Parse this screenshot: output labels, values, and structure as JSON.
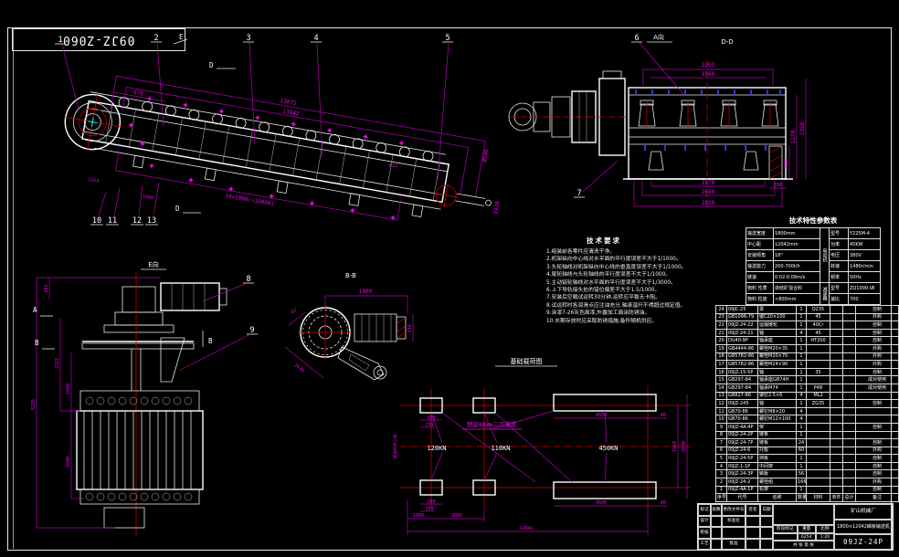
{
  "sheet": {
    "stamp": "09JZ-Z060",
    "colors": {
      "line": "#ffffff",
      "dim": "#ee00ee",
      "center": "#dd0000",
      "tick": "#3a3add",
      "accent": "#00ffff",
      "bg": "#000000"
    }
  },
  "views": {
    "main": {
      "balloons": [
        "1",
        "2",
        "3",
        "4",
        "5"
      ],
      "balloons2": [
        "10",
        "11",
        "12",
        "13"
      ],
      "markers": {
        "e": "E",
        "d": "D",
        "d2": "D"
      },
      "dims": [
        "678",
        "13875",
        "13042",
        "1254",
        "1000",
        "10×1000(=10000)",
        "Ø500",
        "1938",
        "M12"
      ]
    },
    "side": {
      "labels": {
        "a": "A向",
        "dd": "D-D"
      },
      "balloons": [
        "6",
        "7"
      ],
      "dims": [
        "2203",
        "1960",
        "1979",
        "2690",
        "2890",
        "1270",
        "1958",
        "650",
        "200"
      ]
    },
    "eview": {
      "title": "E向",
      "balloons": [
        "8",
        "9"
      ],
      "sections": {
        "a": "A",
        "b": "B",
        "b2": "B"
      },
      "dims": [
        "202",
        "2322",
        "5235",
        "1600",
        "1600"
      ]
    },
    "bb": {
      "title": "B-B",
      "dims": [
        "1000",
        "394",
        "45°",
        "1430"
      ]
    },
    "foundation": {
      "title": "基础载荷图",
      "note": "预留80mm二次灌浆",
      "axis": "输送机中心线",
      "loads": [
        "120KN",
        "110KN",
        "450KN"
      ],
      "dims": [
        "350",
        "250",
        "4500",
        "80",
        "350",
        "250",
        "4500",
        "80",
        "1960",
        "2890",
        "1000",
        "3000",
        "12042"
      ]
    }
  },
  "tech_table": {
    "title": "技术特性参数表",
    "strip1": "电动机",
    "strip2": "减速器",
    "rows": [
      {
        "l": "输送宽度",
        "v": "1800mm",
        "l2": "型号",
        "v2": "Y225M-4"
      },
      {
        "l": "中心距",
        "v": "12042mm",
        "l2": "功率",
        "v2": "45KW"
      },
      {
        "l": "安装倾角",
        "v": "18°",
        "l2": "电压",
        "v2": "380V"
      },
      {
        "l": "输送能力",
        "v": "200-700t/h",
        "l2": "转速",
        "v2": "1480r/min"
      },
      {
        "l": "链速",
        "v": "0.02-0.09m/s",
        "l2": "频率",
        "v2": "50Hz"
      },
      {
        "l": "物料 性质",
        "v": "烧结矿混合料",
        "l2": "型号",
        "v2": "ZQ1000-Ⅶ"
      },
      {
        "l": "物料 粒度",
        "v": "<800mm",
        "l2": "速比",
        "v2": "700"
      }
    ]
  },
  "notes": {
    "title": "技术要求",
    "items": [
      "1.组装前各零件应清洗干净。",
      "2.机架纵向中心线对水平面的平行度误差不大于1/1000。",
      "3.头轮轴线对机架纵向中心线的垂直度误差不大于1/1000。",
      "4.尾轮轴线与头轮轴线的平行度误差不大于1/1000。",
      "5.主动链轮轴线对水平面的平行度误差不大于1/3000。",
      "6.上下导轨接头处的错位偏差不大于1.5/1000。",
      "7.安装后空载试运转30分钟,运转应平稳无卡阻。",
      "8.试运转时各润滑点应注油充分,轴承温升不得超过规定值。",
      "9.涂漆7-26灰色面漆,外露加工面涂防锈油。",
      "10.长期存放时应采取防锈措施,备件随机供应。"
    ]
  },
  "bom": {
    "headers": {
      "no": "序号",
      "code": "代号",
      "name": "名称",
      "qty": "数量",
      "mat": "材料",
      "u": "单件",
      "t": "总计",
      "rem": "备注"
    },
    "rows": [
      {
        "no": "24",
        "code": "09JC-25",
        "name": "罩",
        "qty": "1",
        "mat": "Q235",
        "u": "",
        "t": "",
        "rem": "自制"
      },
      {
        "no": "23",
        "code": "GB1096-79",
        "name": "键C20×100",
        "qty": "1",
        "mat": "45",
        "u": "",
        "t": "",
        "rem": "外购"
      },
      {
        "no": "22",
        "code": "09JZ-24-22",
        "name": "运输链轮",
        "qty": "1",
        "mat": "40Cr",
        "u": "",
        "t": "",
        "rem": "自制"
      },
      {
        "no": "21",
        "code": "09JZ-24-21",
        "name": "轴",
        "qty": "4",
        "mat": "45",
        "u": "",
        "t": "",
        "rem": "自制"
      },
      {
        "no": "20",
        "code": "DU40-9P",
        "name": "轴承座",
        "qty": "1",
        "mat": "HT200",
        "u": "",
        "t": "",
        "rem": "自制"
      },
      {
        "no": "19",
        "code": "GB4444-86",
        "name": "螺栓M20×35",
        "qty": "1",
        "mat": "",
        "u": "",
        "t": "",
        "rem": "外购"
      },
      {
        "no": "18",
        "code": "GB5782-86",
        "name": "螺栓M20×70",
        "qty": "1",
        "mat": "",
        "u": "",
        "t": "",
        "rem": "外购"
      },
      {
        "no": "17",
        "code": "GB5782-86",
        "name": "螺栓M24×90",
        "qty": "1",
        "mat": "",
        "u": "",
        "t": "",
        "rem": "外购"
      },
      {
        "no": "16",
        "code": "09JZ-15-5P",
        "name": "轴",
        "qty": "1",
        "mat": "35",
        "u": "",
        "t": "",
        "rem": "自制"
      },
      {
        "no": "15",
        "code": "GB297-84",
        "name": "轴承座GB74H",
        "qty": "1",
        "mat": "",
        "u": "",
        "t": "",
        "rem": "成对使用"
      },
      {
        "no": "14",
        "code": "GB297-84",
        "name": "轴承M74",
        "qty": "1",
        "mat": "P4B",
        "u": "",
        "t": "",
        "rem": "成对使用"
      },
      {
        "no": "13",
        "code": "GB827-86",
        "name": "铆钉2.5×6",
        "qty": "4",
        "mat": "ML2",
        "u": "",
        "t": "",
        "rem": ""
      },
      {
        "no": "12",
        "code": "09JZ-245",
        "name": "轴",
        "qty": "1",
        "mat": "ZG35",
        "u": "",
        "t": "",
        "rem": "自制"
      },
      {
        "no": "11",
        "code": "GB70-86",
        "name": "螺钉M8×20",
        "qty": "4",
        "mat": "",
        "u": "",
        "t": "",
        "rem": ""
      },
      {
        "no": "10",
        "code": "GB70-86",
        "name": "螺钉M12×100",
        "qty": "4",
        "mat": "",
        "u": "",
        "t": "",
        "rem": ""
      },
      {
        "no": "9",
        "code": "09JZ-4A-4P",
        "name": "架",
        "qty": "1",
        "mat": "",
        "u": "",
        "t": "",
        "rem": "自制"
      },
      {
        "no": "8",
        "code": "09JZ-24-2P",
        "name": "链条",
        "qty": "1",
        "mat": "",
        "u": "",
        "t": "",
        "rem": ""
      },
      {
        "no": "7",
        "code": "09JZ-24-7P",
        "name": "链板",
        "qty": "24",
        "mat": "",
        "u": "",
        "t": "",
        "rem": "自制"
      },
      {
        "no": "6",
        "code": "09JZ-24-6",
        "name": "托辊",
        "qty": "60",
        "mat": "",
        "u": "",
        "t": "",
        "rem": "外购"
      },
      {
        "no": "5",
        "code": "09JZ-24-5P",
        "name": "挡板",
        "qty": "1",
        "mat": "",
        "u": "",
        "t": "",
        "rem": "自制"
      },
      {
        "no": "4",
        "code": "09JZ-1-1P",
        "name": "中间架",
        "qty": "1",
        "mat": "",
        "u": "",
        "t": "",
        "rem": "自制"
      },
      {
        "no": "3",
        "code": "09JZ-24-3P",
        "name": "鳞板",
        "qty": "56",
        "mat": "",
        "u": "",
        "t": "",
        "rem": "自制"
      },
      {
        "no": "2",
        "code": "09JZ-24-2",
        "name": "螺栓组",
        "qty": "166",
        "mat": "",
        "u": "",
        "t": "",
        "rem": "外购"
      },
      {
        "no": "1",
        "code": "09JZ-4A-1P",
        "name": "机架",
        "qty": "1",
        "mat": "",
        "u": "",
        "t": "",
        "rem": "自制"
      }
    ]
  },
  "titleblock": {
    "company": "矿山机械厂",
    "drawing_name": "1800×12042鳞板输送机",
    "drawing_no": "09JZ-24P",
    "sig_row": [
      "标记",
      "处数",
      "更改文件号",
      "签名",
      "日期"
    ],
    "roles": [
      "设计",
      "校核",
      "工艺",
      "批准"
    ],
    "std": "标准化",
    "stage_hdr": [
      "阶段标记",
      "重量",
      "比例"
    ],
    "weight": "6254",
    "scale": "1:20",
    "sheets": "共 张 第 张"
  }
}
